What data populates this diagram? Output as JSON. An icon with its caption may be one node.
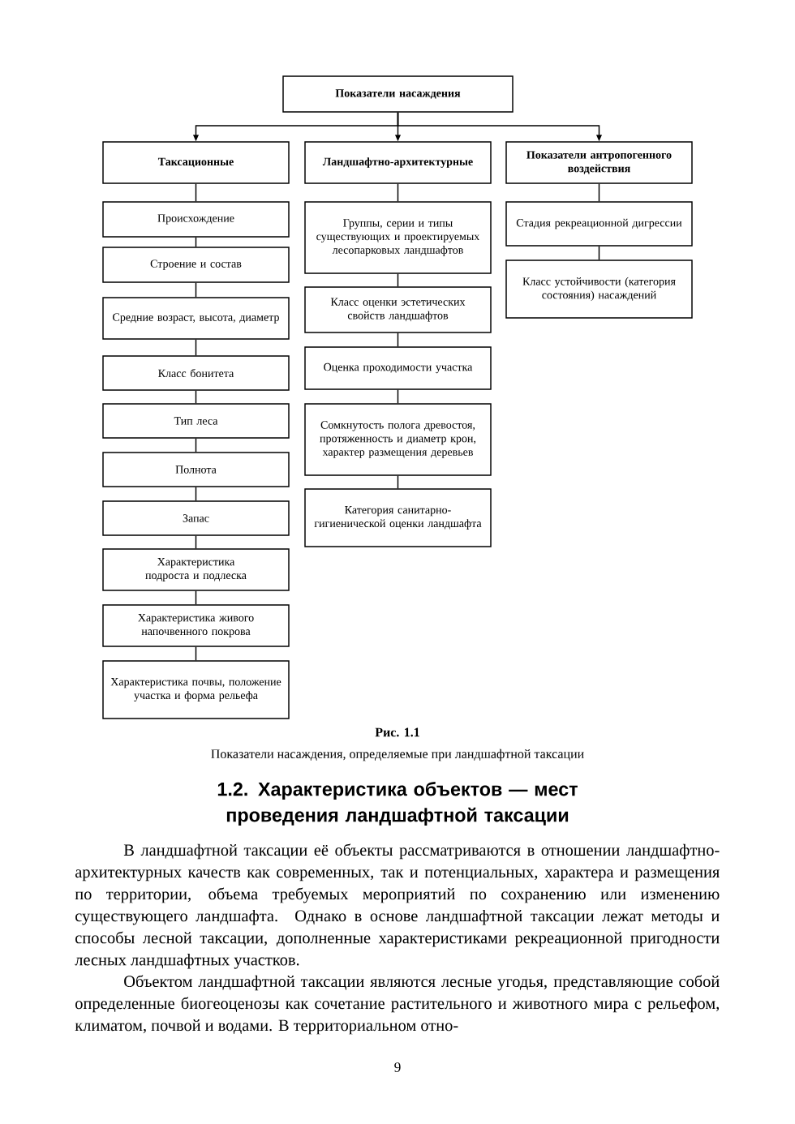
{
  "diagram": {
    "caption": "Показатели насаждения, определяемые при ландшафтной таксации",
    "nodes": [
      {
        "text": [
          "Показатели насаждения"
        ]
      },
      {
        "text": [
          "Таксационные"
        ]
      },
      {
        "text": [
          "Ландшафтно-архитектурные"
        ]
      },
      {
        "text": [
          "Показатели антропогенного воздействия"
        ]
      },
      {
        "text": [
          "Происхождение"
        ]
      },
      {
        "text": [
          "Строение и состав"
        ]
      },
      {
        "text": [
          "Средние возраст, высота, диаметр"
        ]
      },
      {
        "text": [
          "Класс бонитета"
        ]
      },
      {
        "text": [
          "Тип леса"
        ]
      },
      {
        "text": [
          "Полнота"
        ]
      },
      {
        "text": [
          "Запас"
        ]
      },
      {
        "text": [
          "Характеристика подроста и подлеска"
        ]
      },
      {
        "text": [
          "Характеристика живого напочвенного покрова"
        ]
      },
      {
        "text": [
          "Характеристика почвы, положение участка и форма рельефа"
        ]
      },
      {
        "text": [
          "Группы, серии и типы существующих и проектируемых лесопарковых ландшафтов"
        ]
      },
      {
        "text": [
          "Класс оценки эстетических свойств ландшафтов"
        ]
      },
      {
        "text": [
          "Оценка проходимости участка"
        ]
      },
      {
        "text": [
          "Сомкнутость полога древостоя, протяженность и диаметр крон, характер размещения деревьев"
        ]
      },
      {
        "text": [
          "Категория санитарно-гигиенической оценки ландшафта"
        ]
      },
      {
        "text": [
          "Стадия рекреационной дигрессии"
        ]
      },
      {
        "text": [
          "Класс устойчивости (категория состояния) насаждений"
        ]
      }
    ],
    "edges": [
      {
        "from": 0,
        "to": 1,
        "arrow": "to"
      },
      {
        "from": 0,
        "to": 2,
        "arrow": "to"
      },
      {
        "from": 0,
        "to": 3,
        "arrow": "to"
      },
      {
        "from": 1,
        "to": 4,
        "arrow": "none"
      },
      {
        "from": 4,
        "to": 5,
        "arrow": "none"
      },
      {
        "from": 5,
        "to": 6,
        "arrow": "none"
      },
      {
        "from": 6,
        "to": 7,
        "arrow": "none"
      },
      {
        "from": 7,
        "to": 8,
        "arrow": "none"
      },
      {
        "from": 8,
        "to": 9,
        "arrow": "none"
      },
      {
        "from": 9,
        "to": 10,
        "arrow": "none"
      },
      {
        "from": 10,
        "to": 11,
        "arrow": "none"
      },
      {
        "from": 11,
        "to": 12,
        "arrow": "none"
      },
      {
        "from": 12,
        "to": 13,
        "arrow": "none"
      },
      {
        "from": 2,
        "to": 14,
        "arrow": "none"
      },
      {
        "from": 14,
        "to": 15,
        "arrow": "none"
      },
      {
        "from": 15,
        "to": 16,
        "arrow": "none"
      },
      {
        "from": 16,
        "to": 17,
        "arrow": "none"
      },
      {
        "from": 17,
        "to": 18,
        "arrow": "none"
      },
      {
        "from": 3,
        "to": 19,
        "arrow": "none"
      },
      {
        "from": 19,
        "to": 20,
        "arrow": "none"
      }
    ],
    "labels": [
      "Рис. 1.1",
      "1.2. Характеристика объектов — мест проведения ландшафтной таксации",
      "В ландшафтной таксации её объекты рассматриваются в отношении ландшафтно-архитектурных качеств как современных, так и потенциальных, характера и размещения по территории, объема требуемых мероприятий по сохранению или изменению существующего ландшафта. Однако в основе ландшафтной таксации лежат методы и способы лесной таксации, дополненные характеристиками рекреационной пригодности лесных ландшафтных участков.",
      "Объектом ландшафтной таксации являются лесные угодья, представляющие собой определенные биогеоценозы как сочетание растительного и животного мира с рельефом, климатом, почвой и водами. В территориальном отно-",
      "9"
    ]
  }
}
